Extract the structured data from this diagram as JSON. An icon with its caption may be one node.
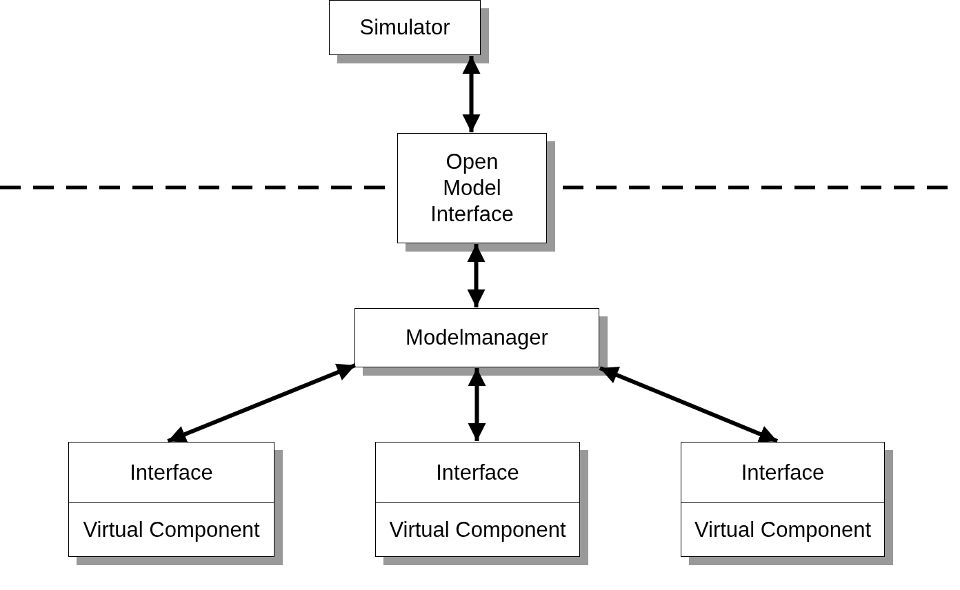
{
  "diagram": {
    "nodes": [
      {
        "text": [
          "Simulator"
        ]
      },
      {
        "text": [
          "Open Model Interface"
        ]
      },
      {
        "text": [
          "Modelmanager"
        ]
      },
      {
        "text": [
          "Interface",
          "Virtual Component"
        ]
      },
      {
        "text": [
          "Interface",
          "Virtual Component"
        ]
      },
      {
        "text": [
          "Interface",
          "Virtual Component"
        ]
      }
    ],
    "edges": [
      {
        "from": 0,
        "to": 1,
        "arrow": "both"
      },
      {
        "from": 1,
        "to": 2,
        "arrow": "both"
      },
      {
        "from": 2,
        "to": 3,
        "arrow": "both"
      },
      {
        "from": 2,
        "to": 4,
        "arrow": "both"
      },
      {
        "from": 2,
        "to": 5,
        "arrow": "both"
      }
    ]
  }
}
